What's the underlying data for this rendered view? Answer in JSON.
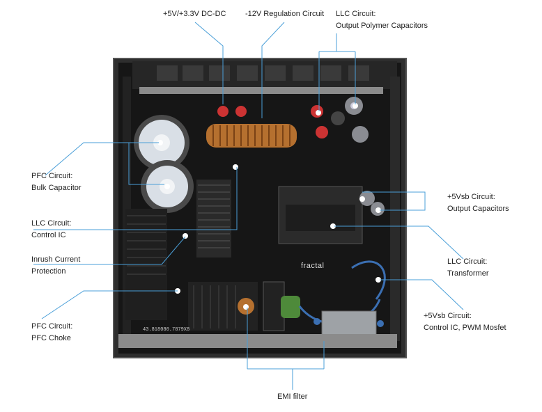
{
  "brand_mark": "fractal",
  "serial_print": "43.818080.7879X8",
  "callouts": [
    {
      "id": "dcdc",
      "lines": [
        "+5V/+3.3V DC-DC"
      ]
    },
    {
      "id": "reg12",
      "lines": [
        "-12V Regulation Circuit"
      ]
    },
    {
      "id": "llc-caps",
      "lines": [
        "LLC Circuit:",
        "Output Polymer Capacitors"
      ]
    },
    {
      "id": "pfc-bulk",
      "lines": [
        "PFC Circuit:",
        "Bulk Capacitor"
      ]
    },
    {
      "id": "llc-ic",
      "lines": [
        "LLC Circuit:",
        "Control IC"
      ]
    },
    {
      "id": "inrush",
      "lines": [
        "Inrush Current",
        "Protection"
      ]
    },
    {
      "id": "pfc-choke",
      "lines": [
        "PFC Circuit:",
        "PFC Choke"
      ]
    },
    {
      "id": "sb-caps",
      "lines": [
        "+5Vsb Circuit:",
        "Output Capacitors"
      ]
    },
    {
      "id": "llc-xfmr",
      "lines": [
        "LLC Circuit:",
        "Transformer"
      ]
    },
    {
      "id": "sb-ic",
      "lines": [
        "+5Vsb Circuit:",
        "Control IC, PWM Mosfet"
      ]
    },
    {
      "id": "emi",
      "lines": [
        "EMI filter"
      ]
    }
  ],
  "colors": {
    "accent": "#4a9fd8",
    "text": "#222222",
    "board": "#1b1b1b",
    "frame": "#3a3a3a"
  }
}
